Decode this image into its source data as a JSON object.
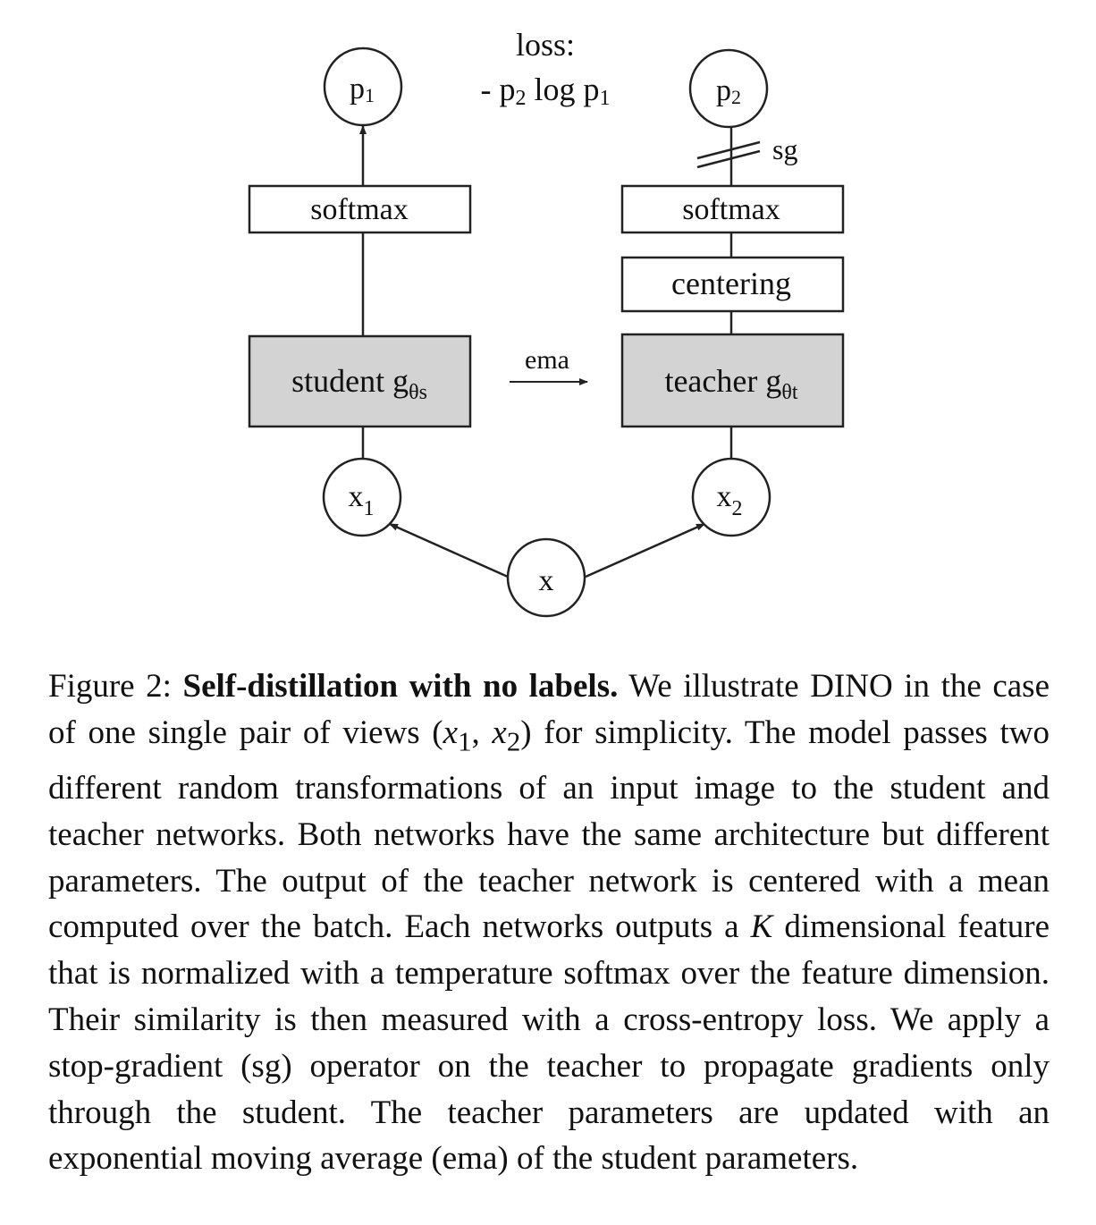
{
  "diagram": {
    "loss_title": "loss:",
    "loss_formula": {
      "lead": "- p",
      "sub1": "2",
      "mid": " log p",
      "sub2": "1"
    },
    "p1": {
      "base": "p",
      "sub": "1"
    },
    "p2": {
      "base": "p",
      "sub": "2"
    },
    "sg": "sg",
    "softmax_left": "softmax",
    "softmax_right": "softmax",
    "centering": "centering",
    "student": {
      "text": "student g",
      "sub": "θs"
    },
    "teacher": {
      "text": "teacher g",
      "sub": "θt"
    },
    "ema": "ema",
    "x1": {
      "base": "x",
      "sub": "1"
    },
    "x2": {
      "base": "x",
      "sub": "2"
    },
    "x": "x",
    "colors": {
      "network_fill": "#d3d3d3",
      "stroke": "#222222"
    }
  },
  "caption": {
    "label": "Figure 2:",
    "title": "Self-distillation with no labels.",
    "text1": " We illustrate DINO in the case of one single pair of views (",
    "x1": "x",
    "x1_sub": "1",
    "sep": ", ",
    "x2": "x",
    "x2_sub": "2",
    "text2": ") for simplicity. The model passes two different random transformations of an input image to the student and teacher networks. Both networks have the same architecture but different parameters. The output of the teacher network is centered with a mean computed over the batch. Each networks outputs a ",
    "k": "K",
    "text3": " dimensional feature that is normalized with a temperature softmax over the feature dimension. Their similarity is then measured with a cross-entropy loss. We apply a stop-gradient (sg) operator on the teacher to propagate gradients only through the student. The teacher parameters are updated with an exponential moving average (ema) of the student parameters."
  }
}
